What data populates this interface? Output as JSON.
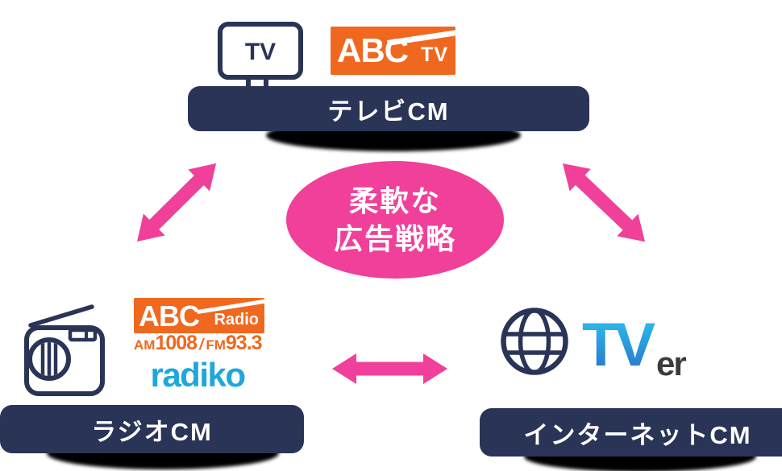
{
  "colors": {
    "navy": "#2a3457",
    "pink": "#f0409a",
    "orange": "#f0681f",
    "radiko-blue": "#1da8dc",
    "tver-grad-top": "#2bc8f0",
    "tver-grad-bottom": "#2a6cc6",
    "tver-er": "#3b3b3b",
    "shadow": "#000000",
    "text-on-dark": "#ffffff"
  },
  "center": {
    "line1": "柔軟な",
    "line2": "広告戦略"
  },
  "tv_section": {
    "icon_label": "TV",
    "logo": {
      "abc": "ABC",
      "suffix": "TV"
    },
    "banner": "テレビCM"
  },
  "radio_section": {
    "logo": {
      "abc": "ABC",
      "suffix": "Radio"
    },
    "frequency": {
      "am_label": "AM",
      "am_value": "1008",
      "separator": "/",
      "fm_label": "FM",
      "fm_value": "93.3"
    },
    "radiko": "radiko",
    "banner": "ラジオCM"
  },
  "internet_section": {
    "tver": {
      "tv": "TV",
      "er": "er"
    },
    "banner": "インターネットCM"
  }
}
